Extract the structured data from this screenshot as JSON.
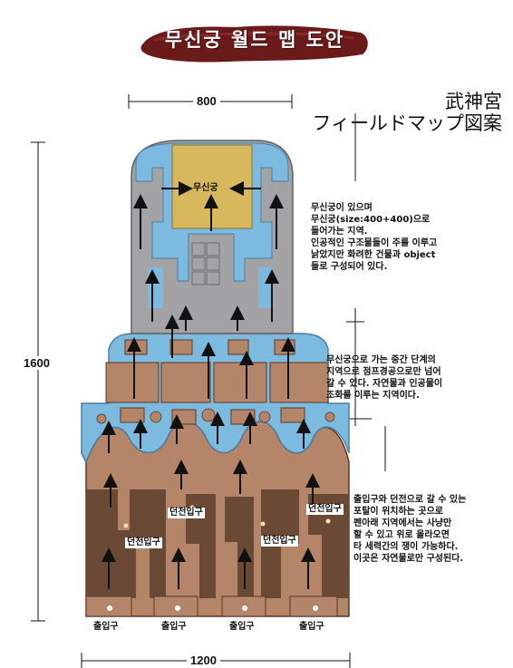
{
  "title": "무신궁 월드 맵 도안",
  "jp_title": {
    "line1": "武神宮",
    "line2": "フィールドマップ図案"
  },
  "dimensions": {
    "top_width": "800",
    "height": "1600",
    "bottom_width": "1200"
  },
  "center_label": "무신궁",
  "descriptions": {
    "palace": "무신궁이 있으며\n무신궁(size:400+400)으로\n들어가는 지역.\n인공적인 구조물들이 주를 이루고\n낡았지만 화려한 건물과 object\n들로 구성되어 있다.",
    "middle": "무신궁으로 가는 중간 단계의\n지역으로 점프경공으로만 넘어\n갈 수 있다. 자연물과 인공물이\n조화를 이루는 지역이다.",
    "bottom": "출입구와 던전으로 갈 수 있는\n포탈이 위치하는 곳으로\n펜아래 지역에서는 사냥만\n할 수 있고 위로 올라오면\n타 세력간의 쟁이 가능하다.\n이곳은 자연물로만 구성된다."
  },
  "dungeon_labels": [
    "던전입구",
    "던전입구",
    "던전입구",
    "던전입구"
  ],
  "entrance_labels": [
    "출입구",
    "출입구",
    "출입구",
    "출입구"
  ],
  "colors": {
    "blue": "#7cbbdf",
    "gray": "#a3a3a5",
    "brown": "#b5856a",
    "dark_brown": "#6b4a35",
    "gold": "#d7b85c"
  }
}
